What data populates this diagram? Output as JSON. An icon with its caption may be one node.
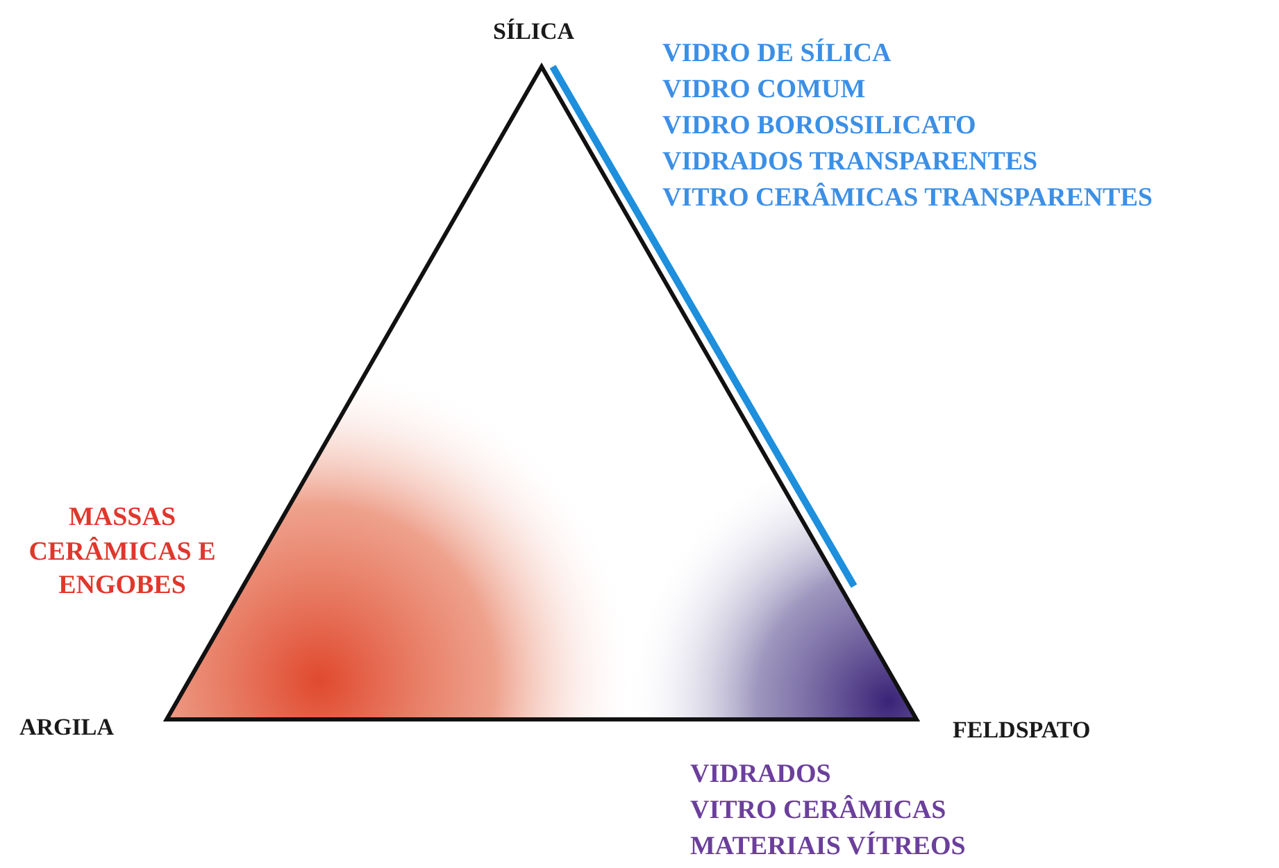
{
  "diagram": {
    "labels": [
      "SÍLICA",
      "VIDRO DE SÍLICA",
      "VIDRO COMUM",
      "VIDRO BOROSSILICATO",
      "VIDRADOS TRANSPARENTES",
      "VITRO CERÂMICAS TRANSPARENTES",
      "MASSAS CERÂMICAS E ENGOBES",
      "ARGILA",
      "FELDSPATO",
      "VIDRADOS",
      "VITRO CERÂMICAS",
      "MATERIAIS VÍTREOS"
    ]
  }
}
